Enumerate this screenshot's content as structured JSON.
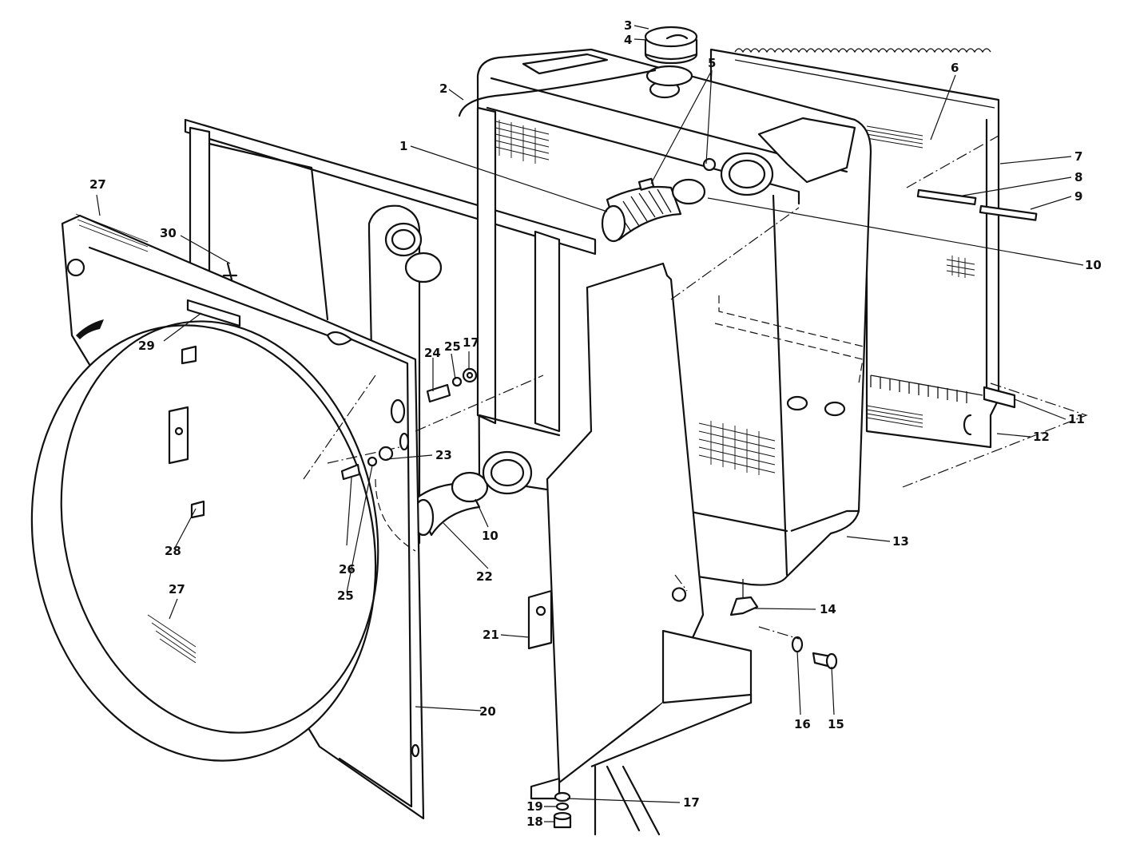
{
  "callouts": [
    {
      "id": "c1",
      "label": "1"
    },
    {
      "id": "c2",
      "label": "2"
    },
    {
      "id": "c3",
      "label": "3"
    },
    {
      "id": "c4",
      "label": "4"
    },
    {
      "id": "c5",
      "label": "5"
    },
    {
      "id": "c6",
      "label": "6"
    },
    {
      "id": "c7",
      "label": "7"
    },
    {
      "id": "c8",
      "label": "8"
    },
    {
      "id": "c9",
      "label": "9"
    },
    {
      "id": "c10a",
      "label": "10"
    },
    {
      "id": "c10b",
      "label": "10"
    },
    {
      "id": "c11",
      "label": "11"
    },
    {
      "id": "c12",
      "label": "12"
    },
    {
      "id": "c13",
      "label": "13"
    },
    {
      "id": "c14",
      "label": "14"
    },
    {
      "id": "c15",
      "label": "15"
    },
    {
      "id": "c16",
      "label": "16"
    },
    {
      "id": "c17a",
      "label": "17"
    },
    {
      "id": "c17b",
      "label": "17"
    },
    {
      "id": "c18",
      "label": "18"
    },
    {
      "id": "c19",
      "label": "19"
    },
    {
      "id": "c20",
      "label": "20"
    },
    {
      "id": "c21",
      "label": "21"
    },
    {
      "id": "c22",
      "label": "22"
    },
    {
      "id": "c23",
      "label": "23"
    },
    {
      "id": "c24",
      "label": "24"
    },
    {
      "id": "c25a",
      "label": "25"
    },
    {
      "id": "c25b",
      "label": "25"
    },
    {
      "id": "c26",
      "label": "26"
    },
    {
      "id": "c27a",
      "label": "27"
    },
    {
      "id": "c27b",
      "label": "27"
    },
    {
      "id": "c28",
      "label": "28"
    },
    {
      "id": "c29",
      "label": "29"
    },
    {
      "id": "c30",
      "label": "30"
    }
  ],
  "colors": {
    "ink": "#111111",
    "paper": "#ffffff"
  }
}
